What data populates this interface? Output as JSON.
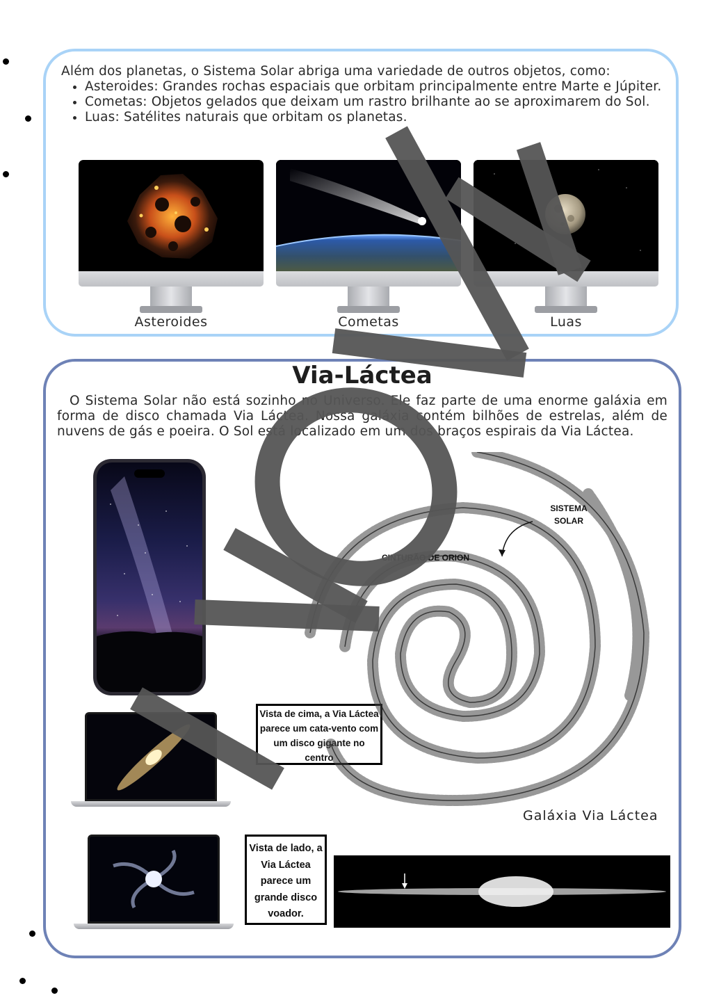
{
  "intro": {
    "lead": "Além dos planetas, o Sistema Solar abriga uma variedade de outros objetos, como:",
    "items": [
      "Asteroides: Grandes rochas espaciais que orbitam principalmente entre Marte e Júpiter.",
      "Cometas: Objetos gelados que deixam um rastro brilhante ao se aproximarem do Sol.",
      "Luas: Satélites naturais que orbitam os planetas."
    ]
  },
  "monitors": [
    {
      "caption": "Asteroides",
      "icon": "asteroid-image"
    },
    {
      "caption": "Cometas",
      "icon": "comet-image"
    },
    {
      "caption": "Luas",
      "icon": "moon-image"
    }
  ],
  "milky_way": {
    "title": "Via-Láctea",
    "text": "O Sistema Solar não está sozinho no Universo. Ele faz parte de uma enorme galáxia em forma de disco chamada Via Láctea. Nossa galáxia contém bilhões de estrelas, além de nuvens de gás e poeira. O Sol está localizado em um dos braços espirais da Via Láctea.",
    "callout_top": "Vista de cima, a Via Láctea parece um cata-vento com um disco gigante no centro",
    "callout_side": "Vista de lado, a Via Láctea parece um grande disco voador.",
    "label_sistema": "SISTEMA SOLAR",
    "label_orion": "CINTURÃO DE ORION",
    "galaxy_caption": "Galáxia Via Láctea"
  },
  "colors": {
    "panel1_border": "#a9d3f7",
    "panel2_border": "#6e82b6",
    "watermark": "#555555"
  }
}
